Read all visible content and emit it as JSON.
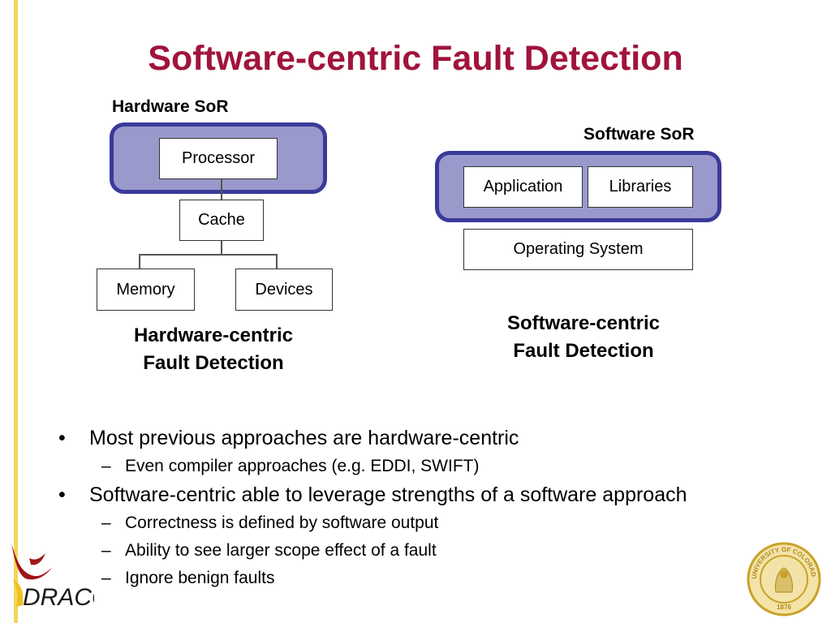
{
  "title": "Software-centric Fault Detection",
  "hardware": {
    "sor_label": "Hardware SoR",
    "processor": "Processor",
    "cache": "Cache",
    "memory": "Memory",
    "devices": "Devices",
    "caption_line1": "Hardware-centric",
    "caption_line2": "Fault Detection"
  },
  "software": {
    "sor_label": "Software SoR",
    "application": "Application",
    "libraries": "Libraries",
    "os": "Operating System",
    "caption_line1": "Software-centric",
    "caption_line2": "Fault Detection"
  },
  "bullets": [
    {
      "marker": "•",
      "text": "Most previous approaches are hardware-centric",
      "sub": [
        {
          "marker": "–",
          "text": "Even compiler approaches (e.g. EDDI, SWIFT)"
        }
      ]
    },
    {
      "marker": "•",
      "text": "Software-centric able to leverage strengths of a software approach",
      "sub": [
        {
          "marker": "–",
          "text": "Correctness is defined by software output"
        },
        {
          "marker": "–",
          "text": "Ability to see larger scope effect of a fault"
        },
        {
          "marker": "–",
          "text": "Ignore benign faults"
        }
      ]
    }
  ],
  "logos": {
    "draco_text": "DRACO",
    "seal_text": "UNIVERSITY OF COLORADO",
    "seal_year": "1876"
  },
  "colors": {
    "title": "#a0143c",
    "region_fill": "#9999cc",
    "region_border": "#3a3a9a",
    "left_bar": "#f2d65a"
  }
}
